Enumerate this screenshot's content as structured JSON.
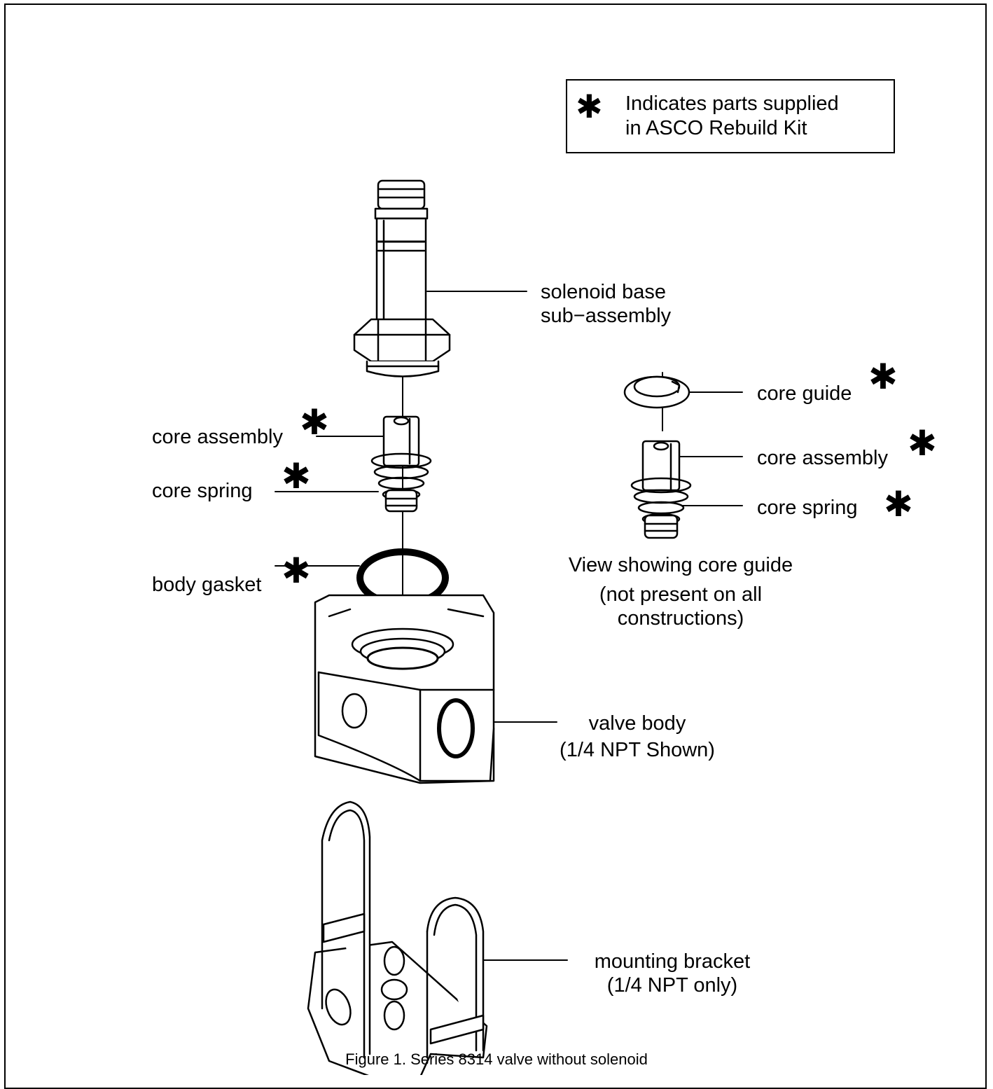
{
  "legend": {
    "symbol": "✱",
    "line1": "Indicates parts supplied",
    "line2": "in ASCO Rebuild Kit"
  },
  "labels": {
    "solenoid_base_1": "solenoid base",
    "solenoid_base_2": "sub−assembly",
    "core_assembly_left": "core assembly",
    "core_spring_left": "core spring",
    "body_gasket": "body gasket",
    "core_guide": "core guide",
    "core_assembly_right": "core assembly",
    "core_spring_right": "core spring",
    "view_caption_1": "View showing core guide",
    "view_caption_2": "(not present on all",
    "view_caption_3": "constructions)",
    "valve_body_1": "valve body",
    "valve_body_2": "(1/4 NPT Shown)",
    "bracket_1": "mounting bracket",
    "bracket_2": "(1/4 NPT only)"
  },
  "kit_marker": "✱",
  "figure_caption": "Figure 1.   Series 8314  valve without solenoid"
}
